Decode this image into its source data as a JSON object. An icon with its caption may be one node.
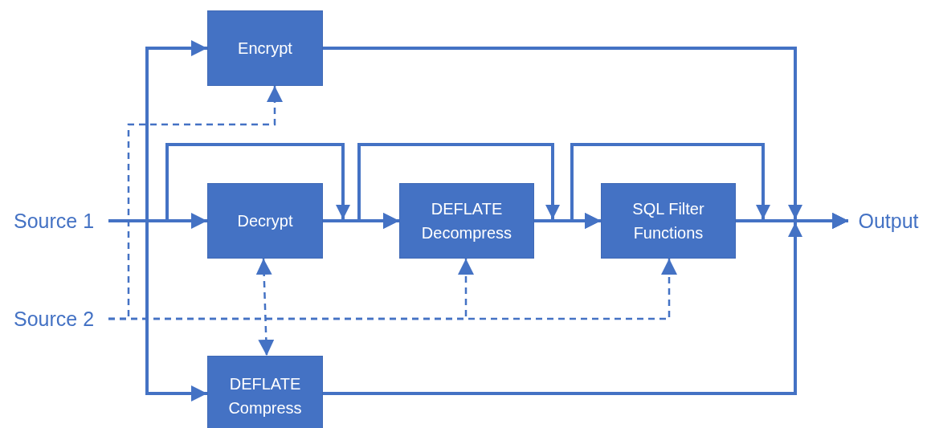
{
  "diagram": {
    "nodes": [
      {
        "text": [
          "Source 1"
        ]
      },
      {
        "text": [
          "Source 2"
        ]
      },
      {
        "text": [
          "Encrypt"
        ]
      },
      {
        "text": [
          "Decrypt"
        ]
      },
      {
        "text": [
          "DEFLATE Decompress"
        ]
      },
      {
        "text": [
          "SQL Filter Functions"
        ]
      },
      {
        "text": [
          "DEFLATE Compress"
        ]
      },
      {
        "text": [
          "Output"
        ]
      }
    ],
    "edges": [
      {
        "from": 0,
        "to": 3,
        "arrow": "to"
      },
      {
        "from": 0,
        "to": 2,
        "arrow": "to"
      },
      {
        "from": 0,
        "to": 6,
        "arrow": "to"
      },
      {
        "from": 0,
        "to": 4,
        "arrow": "to"
      },
      {
        "from": 3,
        "to": 4,
        "arrow": "to"
      },
      {
        "from": 3,
        "to": 5,
        "arrow": "to"
      },
      {
        "from": 4,
        "to": 5,
        "arrow": "to"
      },
      {
        "from": 4,
        "to": 7,
        "arrow": "to"
      },
      {
        "from": 5,
        "to": 7,
        "arrow": "to"
      },
      {
        "from": 2,
        "to": 7,
        "arrow": "to"
      },
      {
        "from": 6,
        "to": 7,
        "arrow": "to"
      },
      {
        "from": 1,
        "to": 2,
        "arrow": "to",
        "style": "dashed"
      },
      {
        "from": 1,
        "to": 4,
        "arrow": "to",
        "style": "dashed"
      },
      {
        "from": 1,
        "to": 5,
        "arrow": "to",
        "style": "dashed"
      },
      {
        "from": 3,
        "to": 6,
        "arrow": "both",
        "style": "dashed"
      }
    ]
  }
}
